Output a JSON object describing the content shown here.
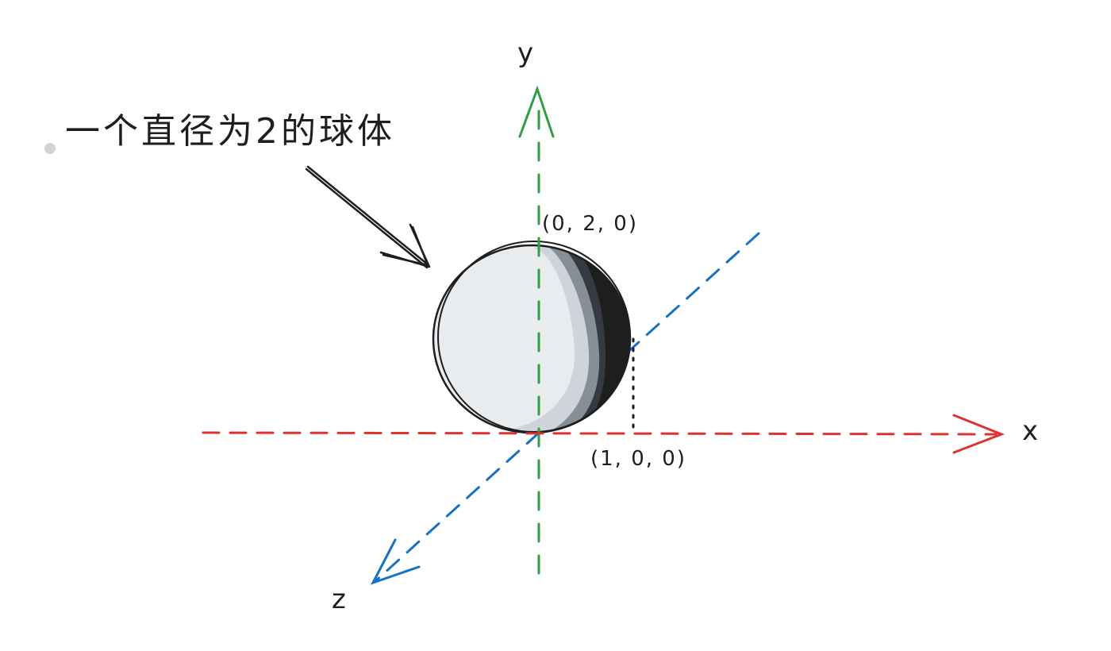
{
  "annotation": {
    "text": "一个直径为2的球体"
  },
  "axes": {
    "x": {
      "label": "x",
      "color": "#e03131"
    },
    "y": {
      "label": "y",
      "color": "#2f9e44"
    },
    "z": {
      "label": "z",
      "color": "#1971c2"
    }
  },
  "points": {
    "top": {
      "label": "(0, 2, 0)"
    },
    "right": {
      "label": "(1, 0, 0)"
    }
  },
  "sphere": {
    "base_color": "#e9ecef",
    "shade_colors": [
      "#ced4da",
      "#868e96",
      "#343a40",
      "#1e1e1e"
    ],
    "outline_color": "#1e1e1e"
  },
  "ui": {
    "dot_color": "#ced4da"
  }
}
